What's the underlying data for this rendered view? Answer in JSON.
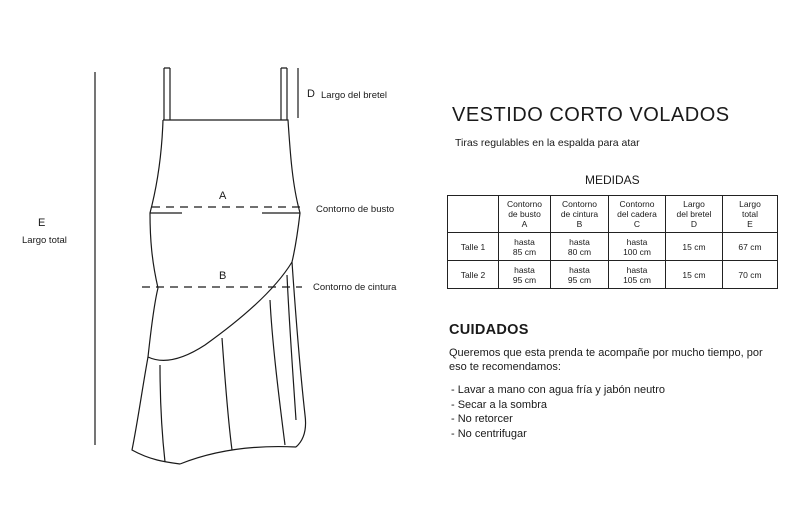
{
  "diagram": {
    "labels": {
      "d_letter": "D",
      "d_text": "Largo del bretel",
      "a_letter": "A",
      "a_text": "Contorno de busto",
      "b_letter": "B",
      "b_text": "Contorno de cintura",
      "e_letter": "E",
      "e_text": "Largo total"
    }
  },
  "product": {
    "title": "VESTIDO CORTO VOLADOS",
    "subtitle": "Tiras regulables en la espalda para atar"
  },
  "measurements": {
    "heading": "MEDIDAS",
    "columns": [
      {
        "line1": "Contorno",
        "line2": "de busto",
        "line3": "A"
      },
      {
        "line1": "Contorno",
        "line2": "de cintura",
        "line3": "B"
      },
      {
        "line1": "Contorno",
        "line2": "del cadera",
        "line3": "C"
      },
      {
        "line1": "Largo",
        "line2": "del bretel",
        "line3": "D"
      },
      {
        "line1": "Largo",
        "line2": "total",
        "line3": "E"
      }
    ],
    "rows": [
      {
        "size": "Talle 1",
        "cells": [
          {
            "a": "hasta",
            "b": "85 cm"
          },
          {
            "a": "hasta",
            "b": "80 cm"
          },
          {
            "a": "hasta",
            "b": "100 cm"
          },
          {
            "a": "15 cm",
            "b": ""
          },
          {
            "a": "67 cm",
            "b": ""
          }
        ]
      },
      {
        "size": "Talle 2",
        "cells": [
          {
            "a": "hasta",
            "b": "95 cm"
          },
          {
            "a": "hasta",
            "b": "95 cm"
          },
          {
            "a": "hasta",
            "b": "105 cm"
          },
          {
            "a": "15 cm",
            "b": ""
          },
          {
            "a": "70 cm",
            "b": ""
          }
        ]
      }
    ]
  },
  "care": {
    "title": "CUIDADOS",
    "intro": "Queremos que esta prenda te acompañe por mucho tiempo, por eso te recomendamos:",
    "items": [
      "- Lavar a mano con agua fría y jabón neutro",
      "- Secar a la sombra",
      "- No retorcer",
      "- No centrifugar"
    ]
  }
}
